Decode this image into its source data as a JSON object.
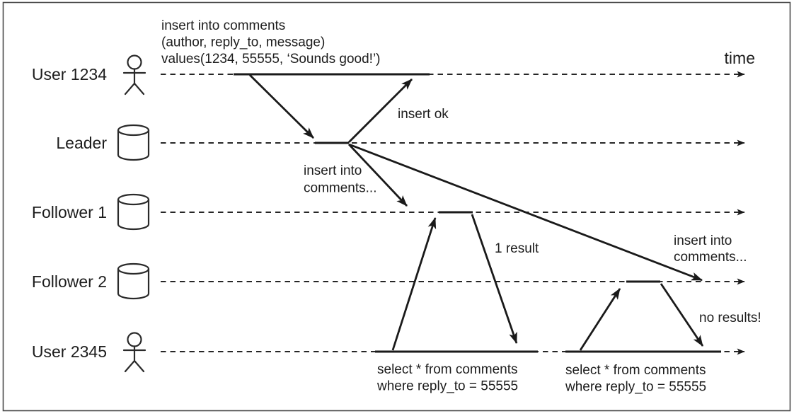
{
  "figure": {
    "time_label": "time",
    "actors": [
      {
        "label": "User 1234",
        "icon": "person"
      },
      {
        "label": "Leader",
        "icon": "database"
      },
      {
        "label": "Follower 1",
        "icon": "database"
      },
      {
        "label": "Follower 2",
        "icon": "database"
      },
      {
        "label": "User 2345",
        "icon": "person"
      }
    ],
    "annotations": {
      "insert_statement_line1": "insert into comments",
      "insert_statement_line2": "(author, reply_to, message)",
      "insert_statement_line3": "values(1234, 55555, ‘Sounds good!’)",
      "insert_ok": "insert ok",
      "replicate_follower1_line1": "insert into",
      "replicate_follower1_line2": "comments...",
      "replicate_follower2_line1": "insert into",
      "replicate_follower2_line2": "comments...",
      "query_follower1_result": "1 result",
      "query_follower2_result": "no results!",
      "select_query1_line1": "select * from comments",
      "select_query1_line2": "where reply_to = 55555",
      "select_query2_line1": "select * from comments",
      "select_query2_line2": "where reply_to = 55555"
    },
    "colors": {
      "line_stroke": "#1a1a1a",
      "text": "#1d1d1d",
      "frame_border": "#4a4a4a",
      "background": "#ffffff"
    }
  }
}
